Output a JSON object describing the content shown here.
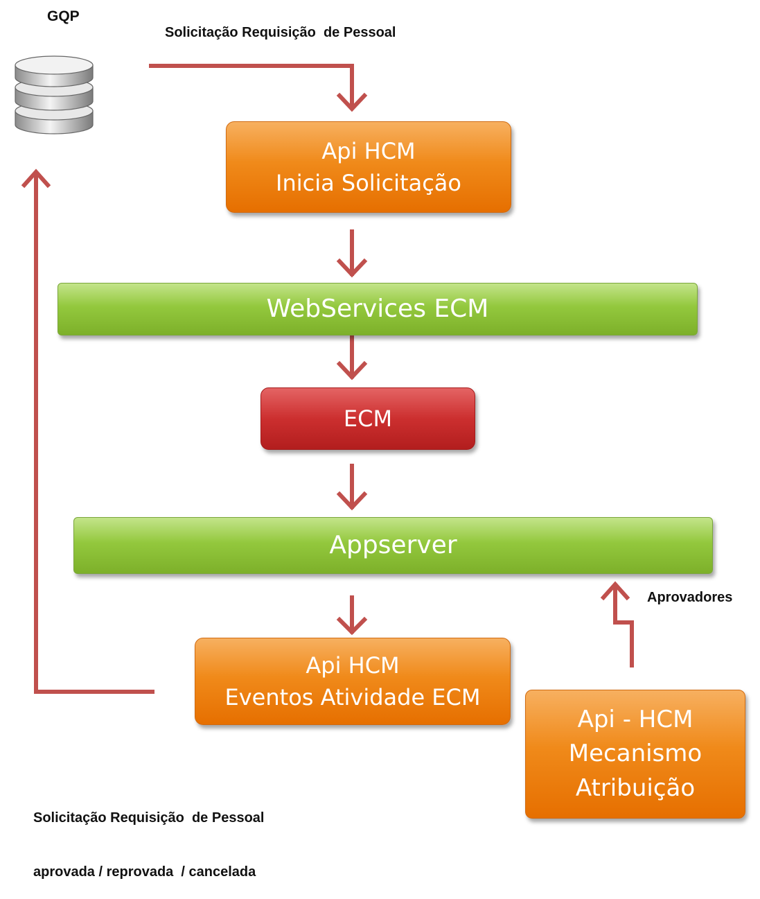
{
  "labels": {
    "gqp": "GQP",
    "request_top": "Solicitação Requisição  de Pessoal",
    "approvers": "Aprovadores",
    "request_bottom_line1": "Solicitação Requisição  de Pessoal",
    "request_bottom_line2": "aprovada / reprovada  / cancelada"
  },
  "boxes": {
    "api_hcm_start": {
      "line1": "Api HCM",
      "line2": "Inicia Solicitação"
    },
    "webservices": {
      "label": "WebServices ECM"
    },
    "ecm": {
      "label": "ECM"
    },
    "appserver": {
      "label": "Appserver"
    },
    "api_hcm_events": {
      "line1": "Api HCM",
      "line2": "Eventos Atividade ECM"
    },
    "api_hcm_mechanism": {
      "line1": "Api - HCM",
      "line2": "Mecanismo",
      "line3": "Atribuição"
    }
  },
  "icons": {
    "database": "database-icon"
  },
  "colors": {
    "arrow": "#c0504d",
    "orange": "#f08a1a",
    "green": "#93c83d",
    "red": "#cc2f2f"
  }
}
